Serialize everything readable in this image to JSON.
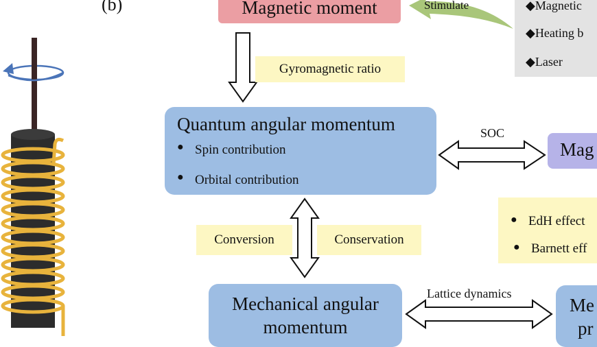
{
  "panel_label": "(b)",
  "magnetic_moment": "Magnetic moment",
  "stimulate": "Stimulate",
  "stimuli": [
    "◆Magnetic",
    "◆Heating b",
    "◆Laser"
  ],
  "gyromagnetic_ratio": "Gyromagnetic ratio",
  "quantum": {
    "title": "Quantum angular momentum",
    "items": [
      "Spin contribution",
      "Orbital contribution"
    ]
  },
  "soc": "SOC",
  "mag_partial": "Mag",
  "effects": [
    "EdH effect",
    "Barnett eff"
  ],
  "conversion": "Conversion",
  "conservation": "Conservation",
  "mechanical": {
    "line1": "Mechanical angular",
    "line2": "momentum"
  },
  "lattice_dynamics": "Lattice dynamics",
  "me_partial": {
    "line1": "Me",
    "line2": "pr"
  },
  "colors": {
    "blue_box": "#9dbde3",
    "pink_box": "#eb9ea3",
    "purple_box": "#b6b3e8",
    "label_bg": "#fdf7c3",
    "grey_bg": "#e3e3e3",
    "green_arrow": "#a9c67a",
    "coil_gold": "#e8b33c",
    "rod_dark": "#2c2c2c",
    "rotation_arrow": "#4a74b8"
  }
}
